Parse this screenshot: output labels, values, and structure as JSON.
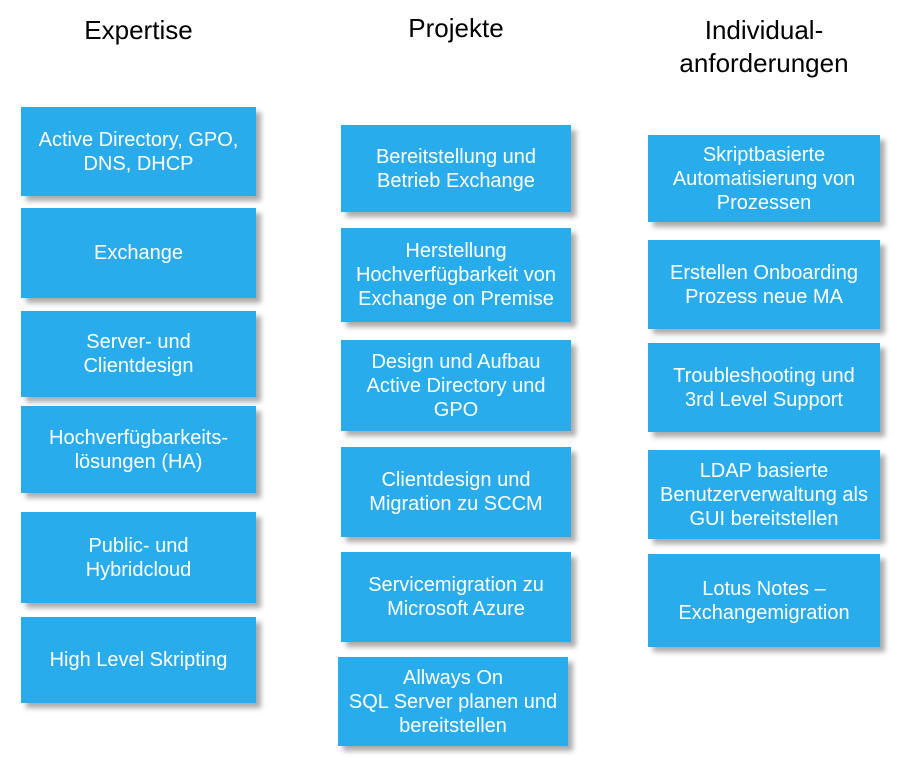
{
  "colors": {
    "box_fill": "#29ACEC",
    "box_text": "#FFFFFF",
    "header_text": "#000000",
    "page_bg": "#FFFFFF"
  },
  "columns": [
    {
      "header": "Expertise",
      "boxes": [
        "Active Directory, GPO,\nDNS, DHCP",
        "Exchange",
        "Server- und\nClientdesign",
        "Hochverfügbarkeits-\nlösungen (HA)",
        "Public- und\nHybridcloud",
        "High Level Skripting"
      ]
    },
    {
      "header": "Projekte",
      "boxes": [
        "Bereitstellung und\nBetrieb Exchange",
        "Herstellung\nHochverfügbarkeit von\nExchange on Premise",
        "Design und Aufbau\nActive Directory und\nGPO",
        "Clientdesign und\nMigration zu SCCM",
        "Servicemigration zu\nMicrosoft Azure",
        "Allways On\nSQL Server planen und\nbereitstellen"
      ]
    },
    {
      "header": "Individual-\nanforderungen",
      "boxes": [
        "Skriptbasierte\nAutomatisierung von\nProzessen",
        "Erstellen Onboarding\nProzess neue MA",
        "Troubleshooting und\n3rd Level Support",
        "LDAP basierte\nBenutzerverwaltung als\nGUI bereitstellen",
        "Lotus Notes –\nExchangemigration"
      ]
    }
  ]
}
